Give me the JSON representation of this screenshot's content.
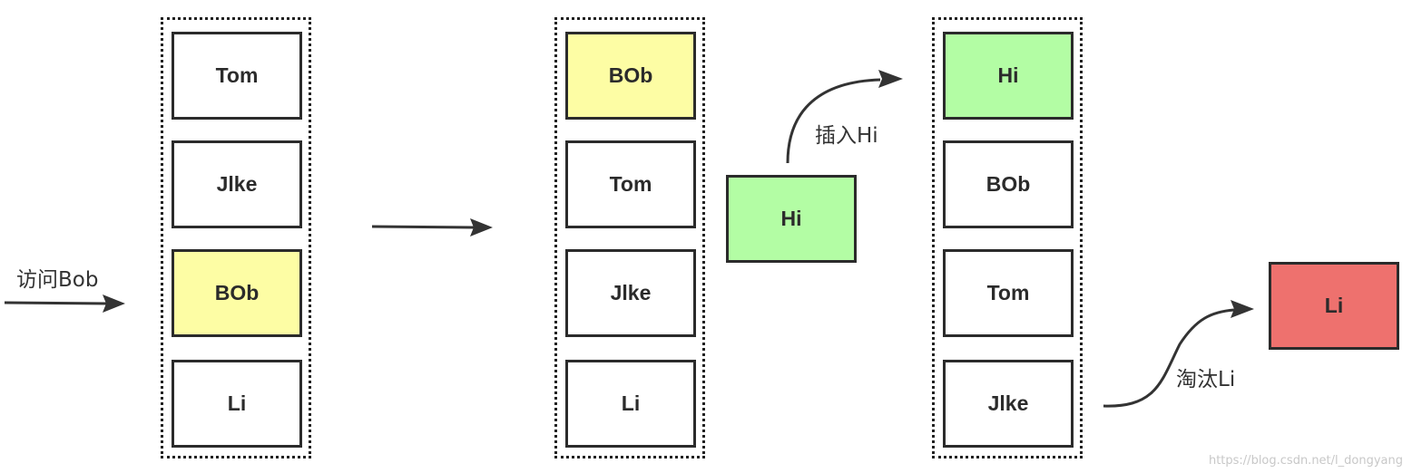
{
  "stack1": [
    "Tom",
    "Jlke",
    "BOb",
    "Li"
  ],
  "stack2": [
    "BOb",
    "Tom",
    "Jlke",
    "Li"
  ],
  "stack3": [
    "Hi",
    "BOb",
    "Tom",
    "Jlke"
  ],
  "floating": {
    "insert_item": "Hi",
    "evicted_item": "Li"
  },
  "labels": {
    "visit": "访问Bob",
    "insert": "插入Hi",
    "evict": "淘汰Li"
  },
  "colors": {
    "accessed": "#fdfda4",
    "inserted": "#b3fda4",
    "evicted": "#ee716e"
  },
  "watermark": "https://blog.csdn.net/l_dongyang"
}
